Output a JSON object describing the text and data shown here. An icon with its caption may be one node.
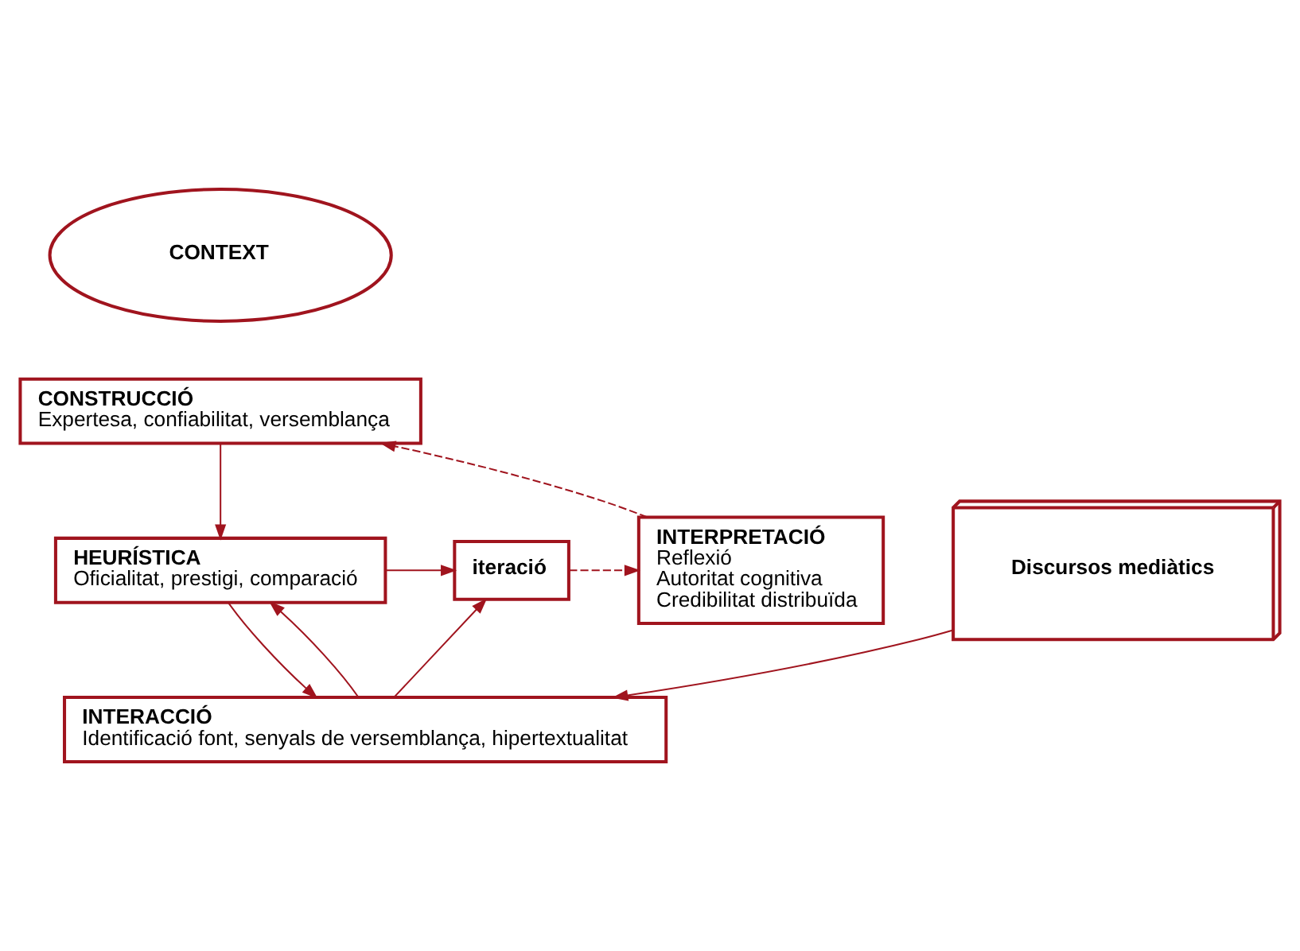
{
  "diagram": {
    "nodes": [
      {
        "text": [
          "CONTEXT"
        ]
      },
      {
        "text": [
          "CONSTRUCCIÓ",
          "Expertesa, confiabilitat, versemblança"
        ]
      },
      {
        "text": [
          "HEURÍSTICA",
          "Oficialitat, prestigi, comparació"
        ]
      },
      {
        "text": [
          "INTERACCIÓ",
          "Identificació font, senyals de versemblança, hipertextualitat"
        ]
      },
      {
        "text": [
          "iteració"
        ]
      },
      {
        "text": [
          "INTERPRETACIÓ",
          "Reflexió",
          "Autoritat cognitiva",
          "Credibilitat distribuïda"
        ]
      },
      {
        "text": [
          "Discursos mediàtics"
        ]
      }
    ],
    "edges": [
      {
        "from": 1,
        "to": 2,
        "arrow": "to"
      },
      {
        "from": 2,
        "to": 3,
        "arrow": "to"
      },
      {
        "from": 3,
        "to": 2,
        "arrow": "to"
      },
      {
        "from": 2,
        "to": 4,
        "arrow": "to"
      },
      {
        "from": 3,
        "to": 4,
        "arrow": "to"
      },
      {
        "from": 4,
        "to": 5,
        "arrow": "to",
        "style": "dashed"
      },
      {
        "from": 5,
        "to": 1,
        "arrow": "to",
        "style": "dashed"
      },
      {
        "from": 6,
        "to": 3,
        "arrow": "to"
      }
    ]
  }
}
